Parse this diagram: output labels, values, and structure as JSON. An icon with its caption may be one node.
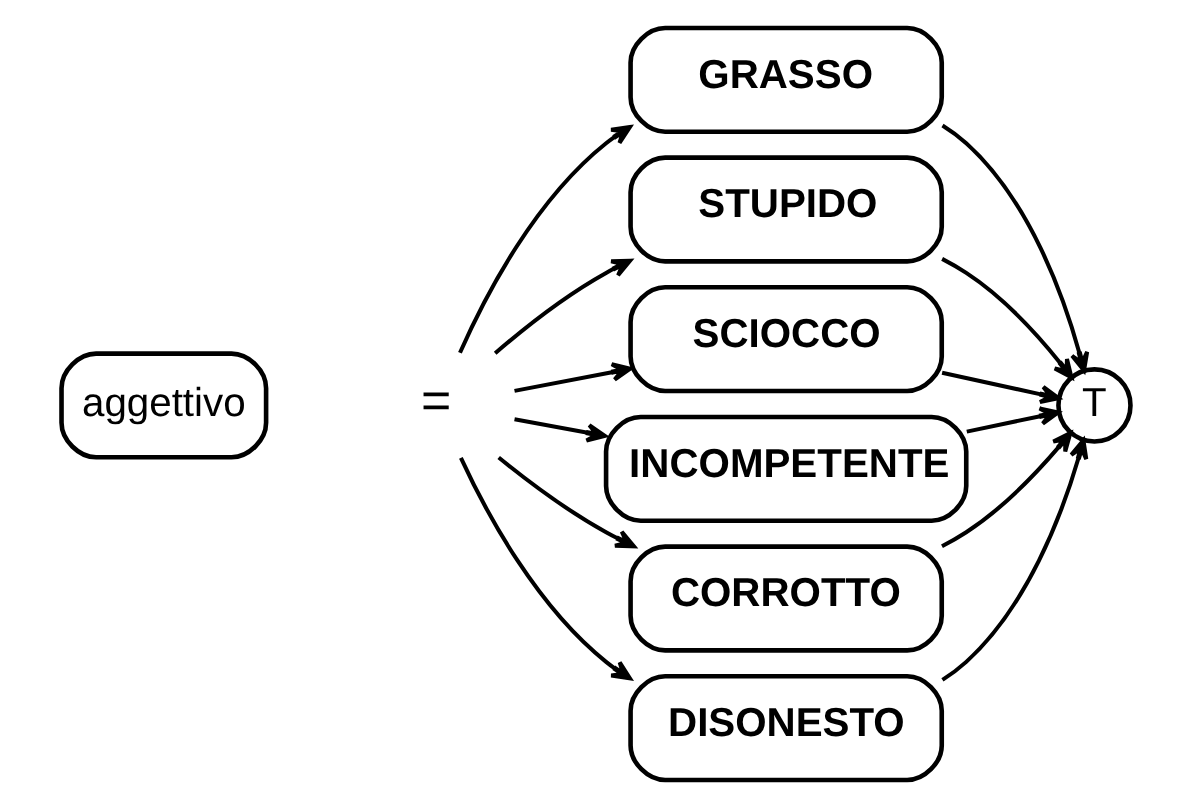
{
  "diagram": {
    "nodes": [
      {
        "text": [
          "aggettivo"
        ]
      },
      {
        "text": [
          "="
        ]
      },
      {
        "text": [
          "GRASSO"
        ]
      },
      {
        "text": [
          "STUPIDO"
        ]
      },
      {
        "text": [
          "SCIOCCO"
        ]
      },
      {
        "text": [
          "INCOMPETENTE"
        ]
      },
      {
        "text": [
          "CORROTTO"
        ]
      },
      {
        "text": [
          "DISONESTO"
        ]
      },
      {
        "text": [
          "T"
        ]
      }
    ],
    "edges": [
      {
        "from": 1,
        "to": 2,
        "arrow": "to"
      },
      {
        "from": 1,
        "to": 3,
        "arrow": "to"
      },
      {
        "from": 1,
        "to": 4,
        "arrow": "to"
      },
      {
        "from": 1,
        "to": 5,
        "arrow": "to"
      },
      {
        "from": 1,
        "to": 6,
        "arrow": "to"
      },
      {
        "from": 1,
        "to": 7,
        "arrow": "to"
      },
      {
        "from": 2,
        "to": 8,
        "arrow": "to"
      },
      {
        "from": 3,
        "to": 8,
        "arrow": "to"
      },
      {
        "from": 4,
        "to": 8,
        "arrow": "to"
      },
      {
        "from": 5,
        "to": 8,
        "arrow": "to"
      },
      {
        "from": 6,
        "to": 8,
        "arrow": "to"
      },
      {
        "from": 7,
        "to": 8,
        "arrow": "to"
      }
    ]
  }
}
